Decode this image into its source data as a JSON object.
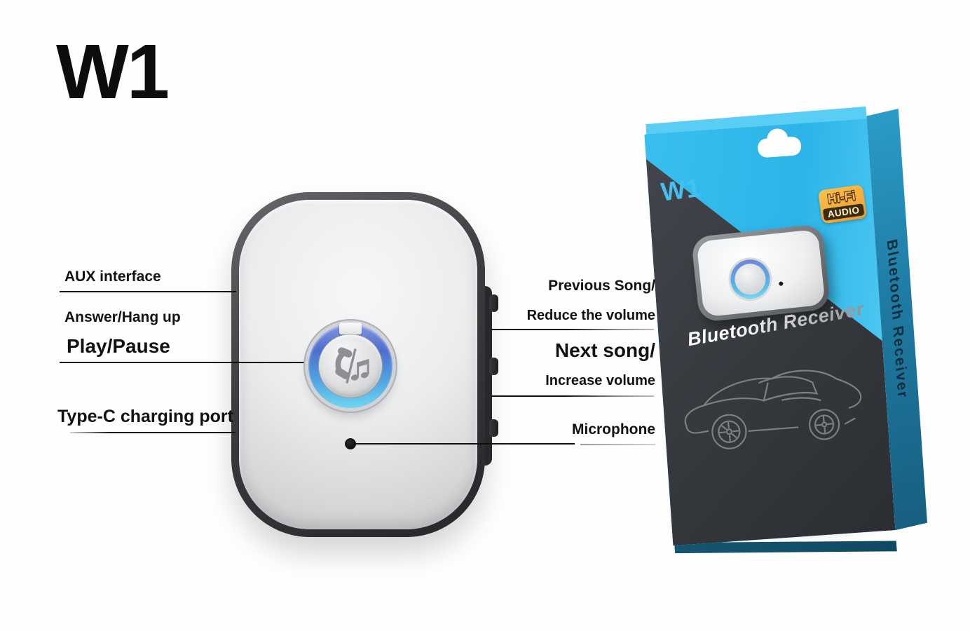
{
  "title": "W1",
  "callouts": {
    "aux": "AUX interface",
    "answer_hang": "Answer/Hang up",
    "play_pause": "Play/Pause",
    "type_c": "Type-C charging port",
    "previous": "Previous Song/",
    "reduce": "Reduce the volume",
    "next": "Next song/",
    "increase": "Increase volume",
    "microphone": "Microphone"
  },
  "box": {
    "model": "W1",
    "badge": {
      "line1": "Hi-Fi",
      "line2": "AUDIO"
    },
    "front_title": "Bluetooth Receiver",
    "spine_title": "Bluetooth Receiver"
  },
  "icons": {
    "main_button": "phone-slash-music-icon",
    "mic": "microphone-dot",
    "hang_tab": "euro-hang-slot",
    "car": "car-line-art"
  },
  "colors": {
    "box_cyan": "#2eb7ea",
    "box_dark": "#35383d",
    "box_spine": "#1f7ba3",
    "badge_gold": "#f2a63e",
    "box_model_text": "#45c1ef",
    "ring_blue_top": "#4f6fcf",
    "ring_cyan_bottom": "#6fd6f0",
    "device_silver": "#e9eaec",
    "label_text": "#111111"
  }
}
